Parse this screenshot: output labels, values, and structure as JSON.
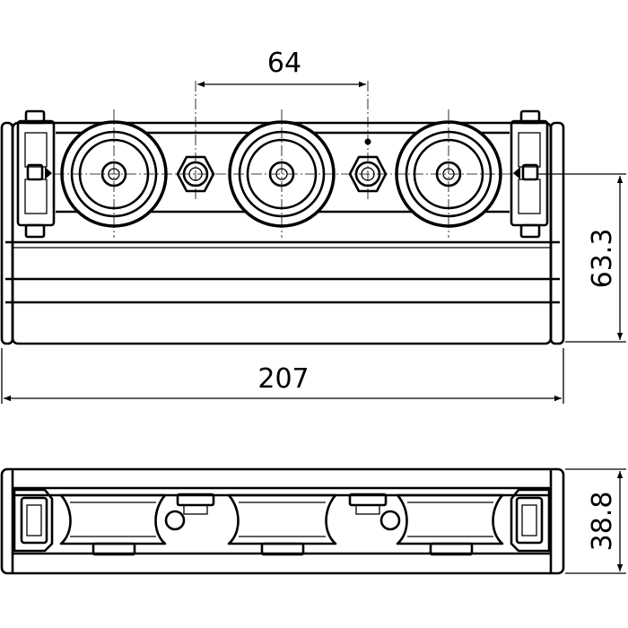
{
  "dimensions": {
    "pitch": "64",
    "overall_length": "207",
    "height": "63.3",
    "depth": "38.8"
  }
}
